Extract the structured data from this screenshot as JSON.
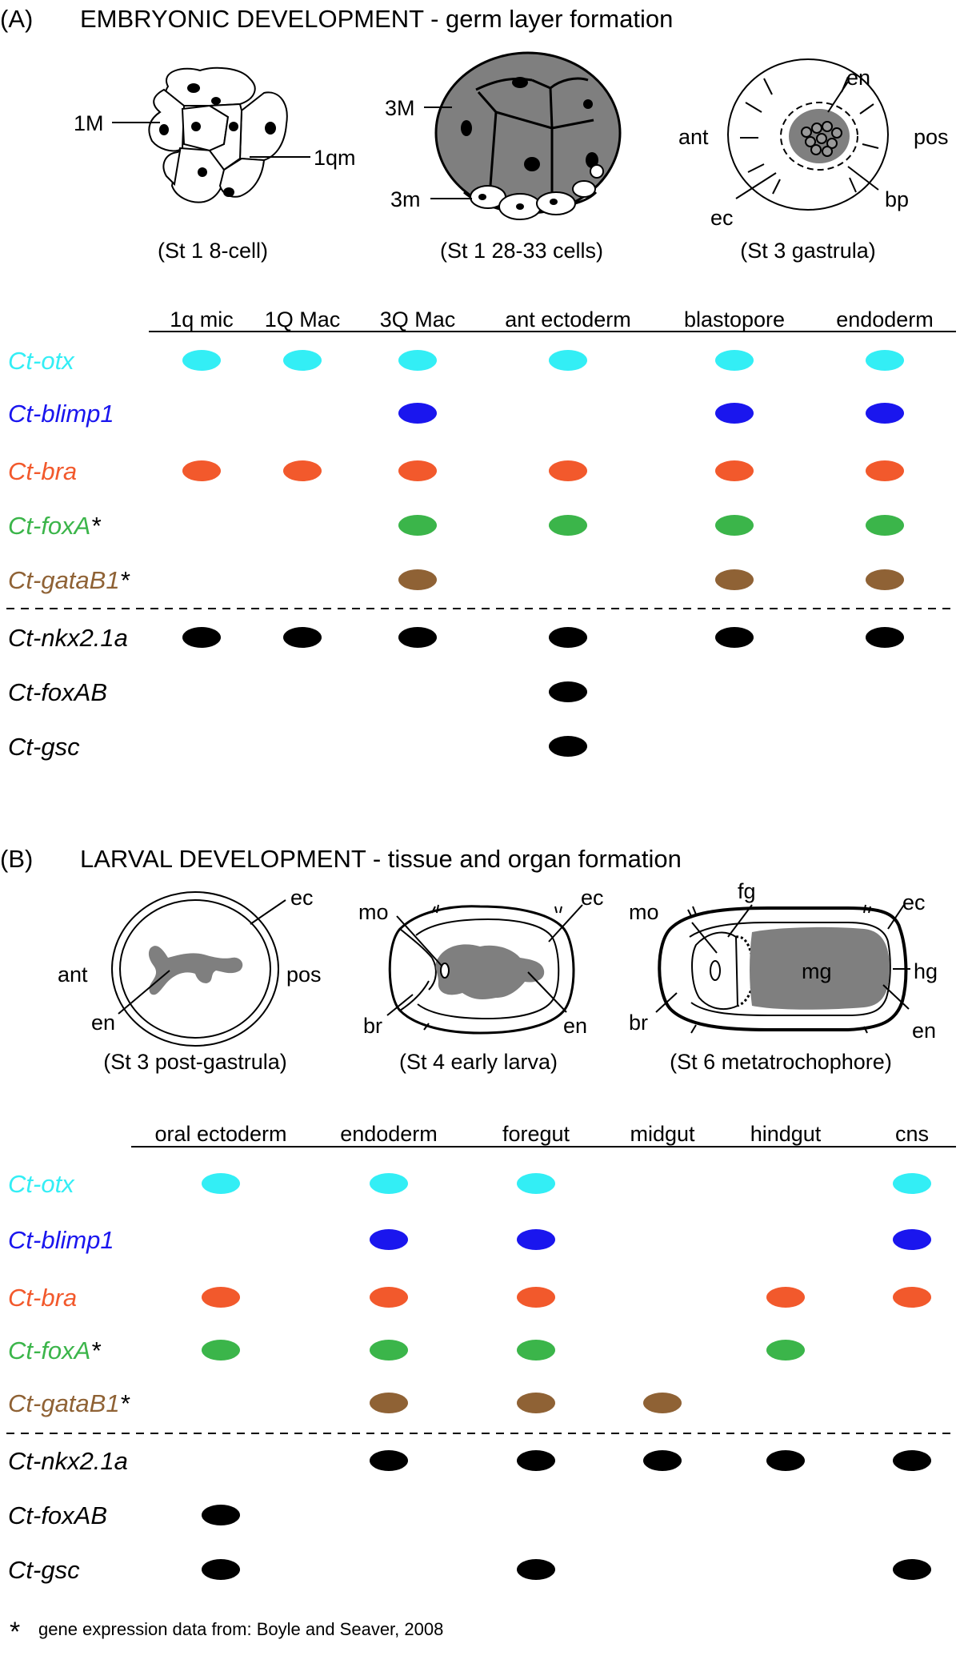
{
  "colors": {
    "Ct-otx": "#33eef5",
    "Ct-blimp1": "#1a16ee",
    "Ct-bra": "#f2592c",
    "Ct-foxA": "#3bb54a",
    "Ct-gataB1": "#8f6235",
    "Ct-nkx2.1a": "#000000",
    "Ct-foxAB": "#000000",
    "Ct-gsc": "#000000",
    "tissue_fill": "#7f7f7f"
  },
  "panel_a": {
    "label": "(A)",
    "title": "EMBRYONIC DEVELOPMENT - germ layer formation",
    "illustrations": [
      {
        "caption": "(St 1 8-cell)",
        "labels": [
          "1M",
          "1qm"
        ]
      },
      {
        "caption": "(St 1 28-33 cells)",
        "labels": [
          "3M",
          "3m"
        ]
      },
      {
        "caption": "(St 3 gastrula)",
        "labels": [
          "en",
          "ant",
          "pos",
          "ec",
          "bp"
        ]
      }
    ],
    "columns": [
      "1q mic",
      "1Q Mac",
      "3Q Mac",
      "ant ectoderm",
      "blastopore",
      "endoderm"
    ],
    "genes": [
      {
        "name": "Ct-otx",
        "suffix": "",
        "expr": [
          1,
          1,
          1,
          1,
          1,
          1
        ]
      },
      {
        "name": "Ct-blimp1",
        "suffix": "",
        "expr": [
          0,
          0,
          1,
          0,
          1,
          1
        ]
      },
      {
        "name": "Ct-bra",
        "suffix": "",
        "expr": [
          1,
          1,
          1,
          1,
          1,
          1
        ]
      },
      {
        "name": "Ct-foxA",
        "suffix": "*",
        "expr": [
          0,
          0,
          1,
          1,
          1,
          1
        ]
      },
      {
        "name": "Ct-gataB1",
        "suffix": "*",
        "expr": [
          0,
          0,
          1,
          0,
          1,
          1
        ]
      },
      {
        "name": "Ct-nkx2.1a",
        "suffix": "",
        "expr": [
          1,
          1,
          1,
          1,
          1,
          1
        ]
      },
      {
        "name": "Ct-foxAB",
        "suffix": "",
        "expr": [
          0,
          0,
          0,
          1,
          0,
          0
        ]
      },
      {
        "name": "Ct-gsc",
        "suffix": "",
        "expr": [
          0,
          0,
          0,
          1,
          0,
          0
        ]
      }
    ]
  },
  "panel_b": {
    "label": "(B)",
    "title": "LARVAL DEVELOPMENT - tissue and organ formation",
    "illustrations": [
      {
        "caption": "(St 3 post-gastrula)",
        "labels": [
          "ec",
          "ant",
          "pos",
          "en"
        ]
      },
      {
        "caption": "(St 4 early larva)",
        "labels": [
          "mo",
          "ec",
          "br",
          "en"
        ]
      },
      {
        "caption": "(St 6 metatrochophore)",
        "labels": [
          "mo",
          "fg",
          "ec",
          "mg",
          "hg",
          "br",
          "en"
        ]
      }
    ],
    "columns": [
      "oral ectoderm",
      "endoderm",
      "foregut",
      "midgut",
      "hindgut",
      "cns"
    ],
    "genes": [
      {
        "name": "Ct-otx",
        "suffix": "",
        "expr": [
          1,
          1,
          1,
          0,
          0,
          1
        ]
      },
      {
        "name": "Ct-blimp1",
        "suffix": "",
        "expr": [
          0,
          1,
          1,
          0,
          0,
          1
        ]
      },
      {
        "name": "Ct-bra",
        "suffix": "",
        "expr": [
          1,
          1,
          1,
          0,
          1,
          1
        ]
      },
      {
        "name": "Ct-foxA",
        "suffix": "*",
        "expr": [
          1,
          1,
          1,
          0,
          1,
          0
        ]
      },
      {
        "name": "Ct-gataB1",
        "suffix": "*",
        "expr": [
          0,
          1,
          1,
          1,
          0,
          0
        ]
      },
      {
        "name": "Ct-nkx2.1a",
        "suffix": "",
        "expr": [
          0,
          1,
          1,
          1,
          1,
          1
        ]
      },
      {
        "name": "Ct-foxAB",
        "suffix": "",
        "expr": [
          1,
          0,
          0,
          0,
          0,
          0
        ]
      },
      {
        "name": "Ct-gsc",
        "suffix": "",
        "expr": [
          1,
          0,
          1,
          0,
          0,
          1
        ]
      }
    ]
  },
  "footnote": {
    "symbol": "*",
    "text": "gene expression data from: Boyle and Seaver, 2008"
  }
}
